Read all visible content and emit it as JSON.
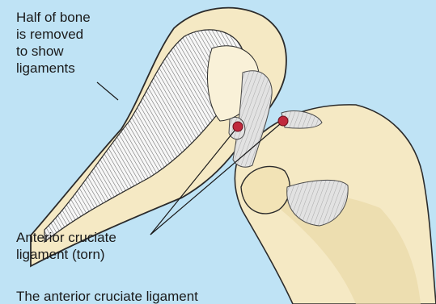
{
  "figure": {
    "label_half_bone": "Half of bone\nis removed\nto show\nligaments",
    "label_acl": "Anterior cruciate\nligament (torn)",
    "caption": "The anterior cruciate ligament"
  },
  "colors": {
    "background": "#bfe3f5",
    "bone": "#f5e9c4",
    "bone_shadow": "#e3cf96",
    "ligament": "#d9d9d9",
    "tear": "#c0293d",
    "outline": "#2b2b2b"
  }
}
